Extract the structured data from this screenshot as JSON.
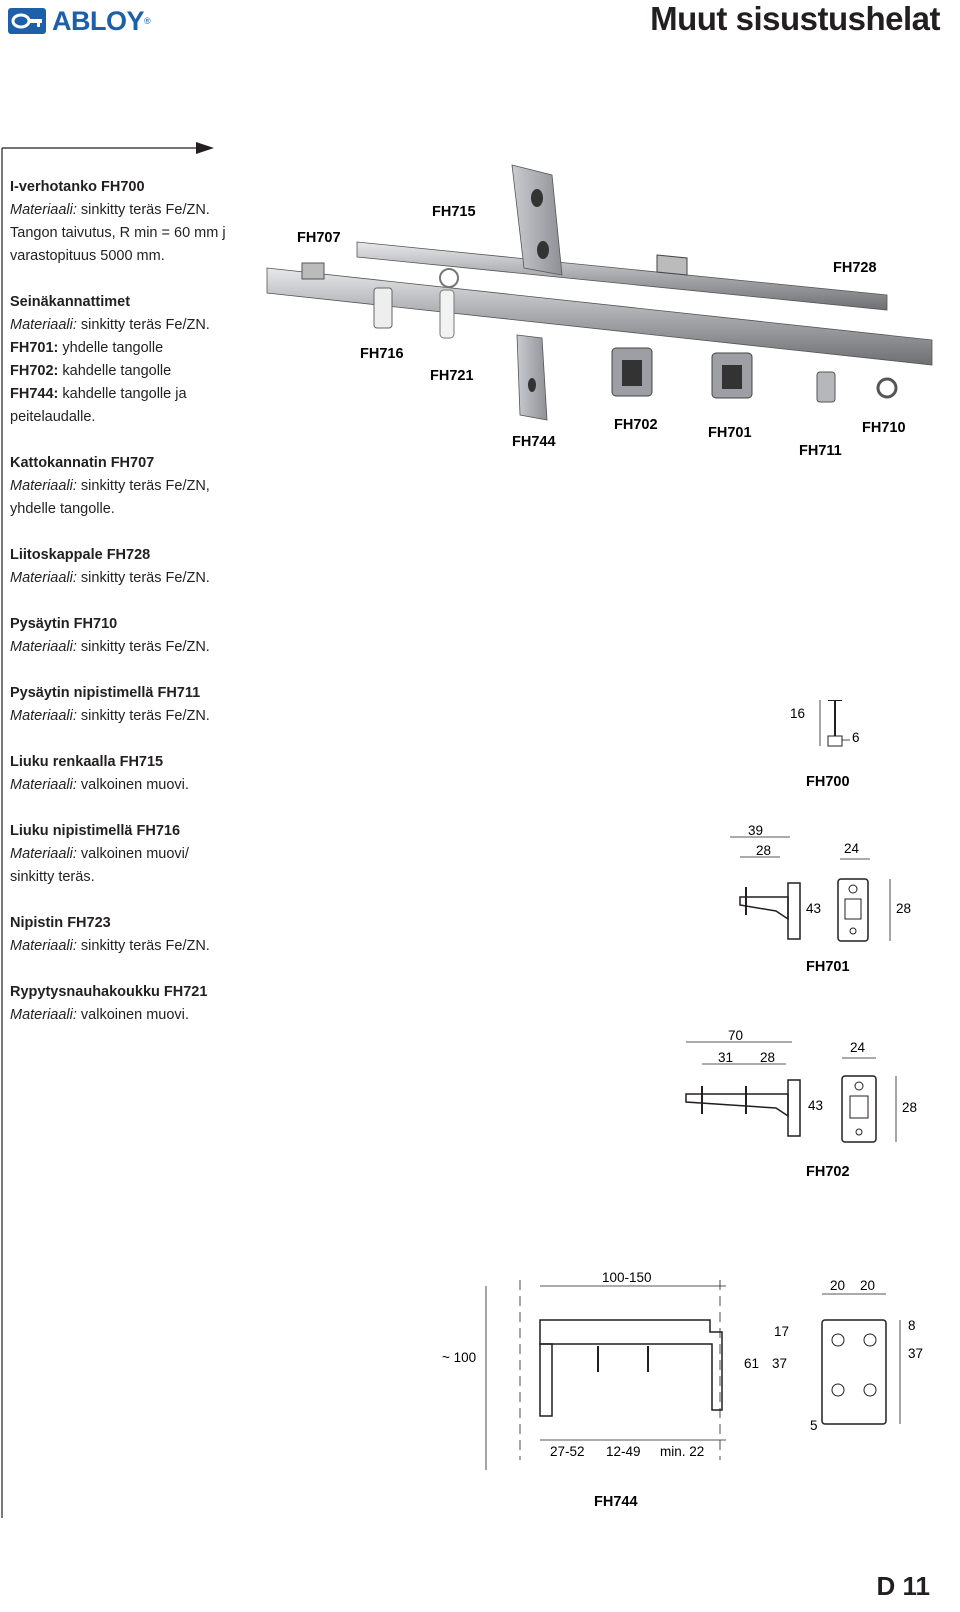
{
  "header": {
    "brand": "ABLOY",
    "registered": "®",
    "title": "Muut sisustushelat"
  },
  "products": [
    {
      "name": "I-verhotanko FH700",
      "lines": [
        {
          "italic": "Materiaali:",
          "text": " sinkitty teräs Fe/ZN."
        },
        {
          "italic": "",
          "text": "Tangon taivutus, R min = 60 mm j"
        },
        {
          "italic": "",
          "text": "varastopituus 5000 mm."
        }
      ]
    },
    {
      "name": "Seinäkannattimet",
      "lines": [
        {
          "italic": "Materiaali:",
          "text": " sinkitty teräs Fe/ZN."
        },
        {
          "bold": "FH701:",
          "text": " yhdelle tangolle"
        },
        {
          "bold": "FH702:",
          "text": " kahdelle tangolle"
        },
        {
          "bold": "FH744:",
          "text": " kahdelle tangolle ja"
        },
        {
          "italic": "",
          "text": "peitelaudalle."
        }
      ]
    },
    {
      "name": "Kattokannatin FH707",
      "lines": [
        {
          "italic": "Materiaali:",
          "text": " sinkitty teräs Fe/ZN,"
        },
        {
          "italic": "",
          "text": "yhdelle tangolle."
        }
      ]
    },
    {
      "name": "Liitoskappale FH728",
      "lines": [
        {
          "italic": "Materiaali:",
          "text": " sinkitty teräs Fe/ZN."
        }
      ]
    },
    {
      "name": "Pysäytin FH710",
      "lines": [
        {
          "italic": "Materiaali:",
          "text": " sinkitty teräs Fe/ZN."
        }
      ]
    },
    {
      "name": "Pysäytin nipistimellä FH711",
      "lines": [
        {
          "italic": "Materiaali:",
          "text": " sinkitty teräs Fe/ZN."
        }
      ]
    },
    {
      "name": "Liuku renkaalla FH715",
      "lines": [
        {
          "italic": "Materiaali:",
          "text": " valkoinen muovi."
        }
      ]
    },
    {
      "name": "Liuku nipistimellä FH716",
      "lines": [
        {
          "italic": "Materiaali:",
          "text": " valkoinen muovi/"
        },
        {
          "italic": "",
          "text": "sinkitty teräs."
        }
      ]
    },
    {
      "name": "Nipistin FH723",
      "lines": [
        {
          "italic": "Materiaali:",
          "text": " sinkitty teräs Fe/ZN."
        }
      ]
    },
    {
      "name": "Rypytysnauhakoukku FH721",
      "lines": [
        {
          "italic": "Materiaali:",
          "text": " valkoinen muovi."
        }
      ]
    }
  ],
  "photo_labels": {
    "fh707": "FH707",
    "fh715": "FH715",
    "fh728": "FH728",
    "fh716": "FH716",
    "fh721": "FH721",
    "fh744": "FH744",
    "fh702": "FH702",
    "fh701": "FH701",
    "fh711": "FH711",
    "fh710": "FH710"
  },
  "drawings": {
    "fh700": {
      "label": "FH700",
      "d1": "16",
      "d2": "6"
    },
    "fh701": {
      "label": "FH701",
      "d1": "39",
      "d2": "28",
      "d3": "24",
      "d4": "43",
      "d5": "28"
    },
    "fh702": {
      "label": "FH702",
      "d1": "70",
      "d2": "31",
      "d3": "28",
      "d4": "24",
      "d5": "43",
      "d6": "28"
    },
    "fh744": {
      "label": "FH744",
      "d1": "100-150",
      "d2": "~ 100",
      "d3": "61",
      "d4": "37",
      "d5": "17",
      "d6": "27-52",
      "d7": "12-49",
      "d8": "min. 22",
      "d9": "20",
      "d10": "20",
      "d11": "8",
      "d12": "37",
      "d13": "5"
    }
  },
  "page_number": "D 11",
  "colors": {
    "brand": "#1d5fa8",
    "text": "#231f20"
  }
}
